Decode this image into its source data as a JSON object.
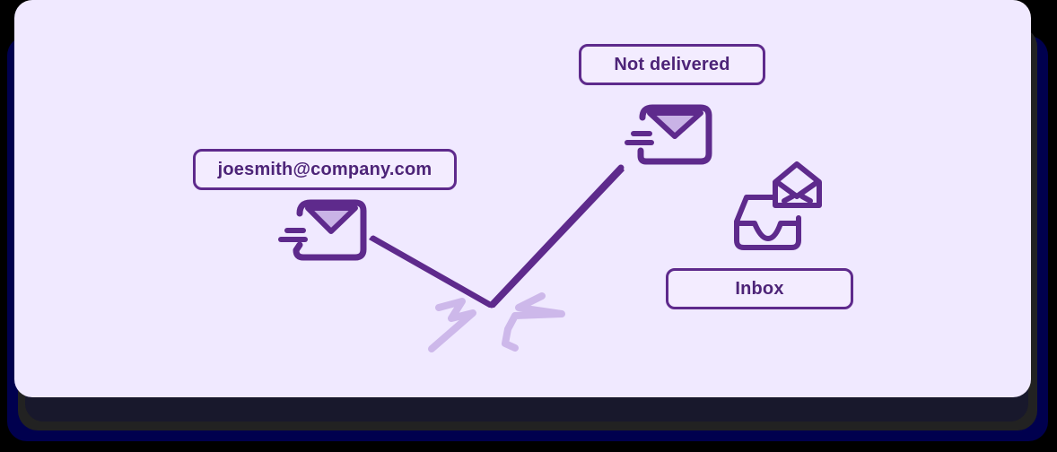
{
  "diagram": {
    "sender_label": "joesmith@company.com",
    "bounce_label": "Not delivered",
    "inbox_label": "Inbox",
    "icons": {
      "sender": "mail-send-icon",
      "bounced": "mail-send-icon",
      "inbox": "inbox-tray-with-open-envelope-icon",
      "impact": "bounce-impact-zigzag-icon"
    },
    "colors": {
      "card_background": "#f0e9ff",
      "primary_stroke": "#5e2a8c",
      "text": "#4d2478",
      "envelope_flap_fill": "#c9b3e6",
      "impact_zigzag": "#cdb8ea"
    }
  }
}
